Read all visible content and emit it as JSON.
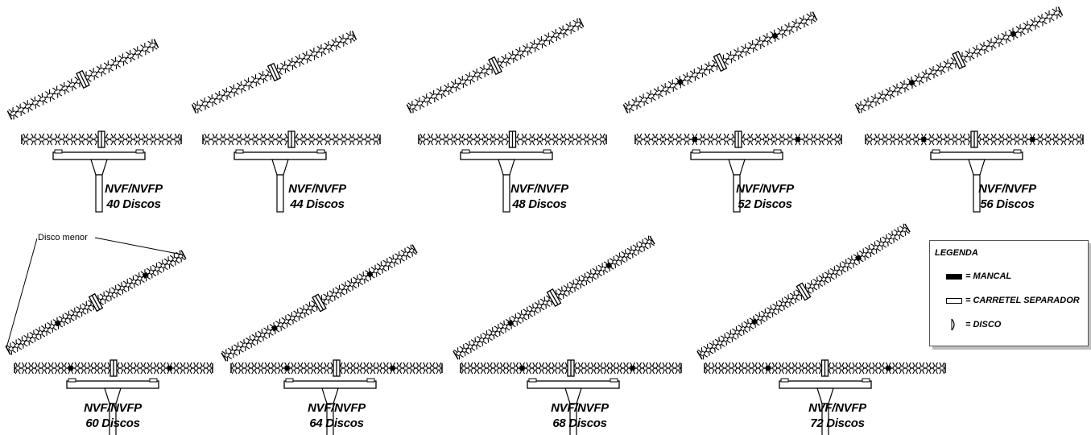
{
  "configurations": [
    {
      "model": "NVF/NVFP",
      "discs": "40 Discos",
      "disc_count": 40
    },
    {
      "model": "NVF/NVFP",
      "discs": "44 Discos",
      "disc_count": 44
    },
    {
      "model": "NVF/NVFP",
      "discs": "48 Discos",
      "disc_count": 48
    },
    {
      "model": "NVF/NVFP",
      "discs": "52 Discos",
      "disc_count": 52
    },
    {
      "model": "NVF/NVFP",
      "discs": "56 Discos",
      "disc_count": 56
    },
    {
      "model": "NVF/NVFP",
      "discs": "60 Discos",
      "disc_count": 60
    },
    {
      "model": "NVF/NVFP",
      "discs": "64 Discos",
      "disc_count": 64
    },
    {
      "model": "NVF/NVFP",
      "discs": "68 Discos",
      "disc_count": 68
    },
    {
      "model": "NVF/NVFP",
      "discs": "72 Discos",
      "disc_count": 72
    }
  ],
  "annotation": {
    "small_disc": "Disco menor"
  },
  "legend": {
    "title": "LEGENDA",
    "bearing": "= MANCAL",
    "spool": "= CARRETEL SEPARADOR",
    "disc": "= DISCO"
  },
  "colors": {
    "ink": "#000000",
    "spool_fill": "#ffffff",
    "legend_shadow": "#bdbdbd"
  }
}
